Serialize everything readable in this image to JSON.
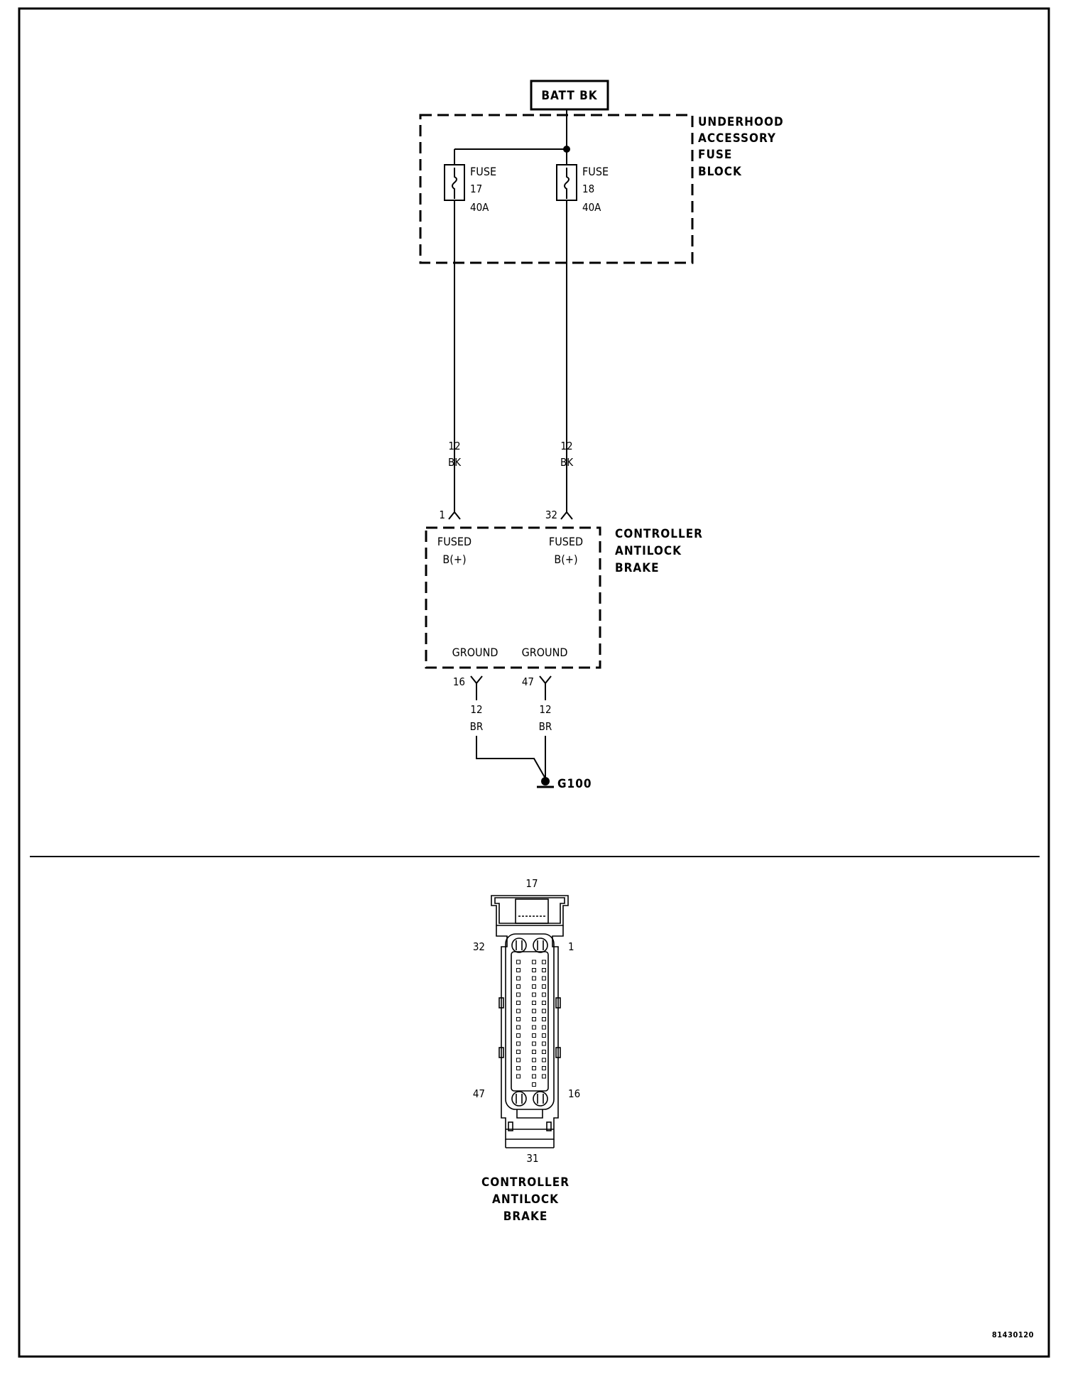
{
  "source": {
    "label": "BATT BK"
  },
  "fuse_block": {
    "name_lines": [
      "UNDERHOOD",
      "ACCESSORY",
      "FUSE",
      "BLOCK"
    ],
    "fuses": [
      {
        "label": "FUSE",
        "number": "17",
        "rating": "40A"
      },
      {
        "label": "FUSE",
        "number": "18",
        "rating": "40A"
      }
    ]
  },
  "wires_top": [
    {
      "gauge": "12",
      "color": "BK"
    },
    {
      "gauge": "12",
      "color": "BK"
    }
  ],
  "controller": {
    "name_lines": [
      "CONTROLLER",
      "ANTILOCK",
      "BRAKE"
    ],
    "inputs": [
      {
        "pin": "1",
        "line1": "FUSED",
        "line2": "B(+)"
      },
      {
        "pin": "32",
        "line1": "FUSED",
        "line2": "B(+)"
      }
    ],
    "grounds": [
      {
        "pin": "16",
        "label": "GROUND"
      },
      {
        "pin": "47",
        "label": "GROUND"
      }
    ]
  },
  "wires_bottom": [
    {
      "gauge": "12",
      "color": "BR"
    },
    {
      "gauge": "12",
      "color": "BR"
    }
  ],
  "ground_point": "G100",
  "connector": {
    "pins": {
      "top": "17",
      "top_left": "32",
      "top_right": "1",
      "bottom_left": "47",
      "bottom_right": "16",
      "bottom": "31"
    },
    "name_lines": [
      "CONTROLLER",
      "ANTILOCK",
      "BRAKE"
    ]
  },
  "figure_id": "81430120"
}
